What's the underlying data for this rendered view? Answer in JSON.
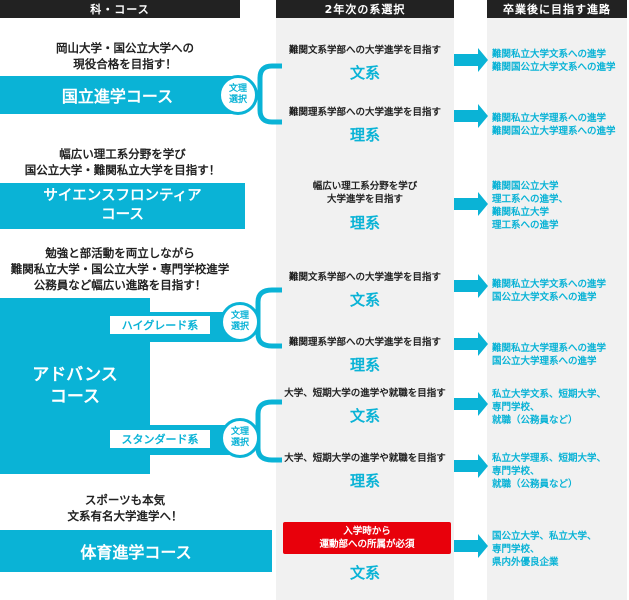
{
  "headers": [
    "科・コース",
    "2年次の系選択",
    "卒業後に目指す進路"
  ],
  "courses": [
    {
      "intro": [
        "岡山大学・国公立大学への",
        "現役合格を目指す！"
      ],
      "name": [
        "国立進学コース"
      ]
    },
    {
      "intro": [
        "幅広い理工系分野を学び",
        "国公立大学・難関私立大学を目指す！"
      ],
      "name": [
        "サイエンスフロンティア",
        "コース"
      ]
    },
    {
      "intro": [
        "勉強と部活動を両立しながら",
        "難関私立大学・国公立大学・専門学校進学",
        "公務員など幅広い進路を目指す！"
      ],
      "name": [
        "アドバンス",
        "コース"
      ]
    },
    {
      "intro": [
        "スポーツも本気",
        "文系有名大学進学へ！"
      ],
      "name": [
        "体育進学コース"
      ]
    }
  ],
  "select_label": [
    "文理",
    "選択"
  ],
  "sub_courses": [
    "ハイグレード系",
    "スタンダード系"
  ],
  "mid": [
    {
      "text": [
        "難関文系学部への大学進学を目指す"
      ],
      "branch": "文系"
    },
    {
      "text": [
        "難関理系学部への大学進学を目指す"
      ],
      "branch": "理系"
    },
    {
      "text": [
        "幅広い理工系分野を学び",
        "大学進学を目指す"
      ],
      "branch": "理系"
    },
    {
      "text": [
        "難関文系学部への大学進学を目指す"
      ],
      "branch": "文系"
    },
    {
      "text": [
        "難関理系学部への大学進学を目指す"
      ],
      "branch": "理系"
    },
    {
      "text": [
        "大学、短期大学の進学や就職を目指す"
      ],
      "branch": "文系"
    },
    {
      "text": [
        "大学、短期大学の進学や就職を目指す"
      ],
      "branch": "理系"
    },
    {
      "text": [
        "入学時から",
        "運動部への所属が必須"
      ],
      "branch": "文系"
    }
  ],
  "results": [
    [
      "難関私立大学文系への進学",
      "難関国公立大学文系への進学"
    ],
    [
      "難関私立大学理系への進学",
      "難関国公立大学理系への進学"
    ],
    [
      "難関国公立大学",
      "理工系への進学、",
      "難関私立大学",
      "理工系への進学"
    ],
    [
      "難関私立大学文系への進学",
      "国公立大学文系への進学"
    ],
    [
      "難関私立大学理系への進学",
      "国公立大学理系への進学"
    ],
    [
      "私立大学文系、短期大学、",
      "専門学校、",
      "就職（公務員など）"
    ],
    [
      "私立大学理系、短期大学、",
      "専門学校、",
      "就職（公務員など）"
    ],
    [
      "国公立大学、私立大学、",
      "専門学校、",
      "県内外優良企業"
    ]
  ],
  "colors": {
    "accent": "#0ab3d6",
    "required": "#e8000b",
    "header": "#222222"
  }
}
